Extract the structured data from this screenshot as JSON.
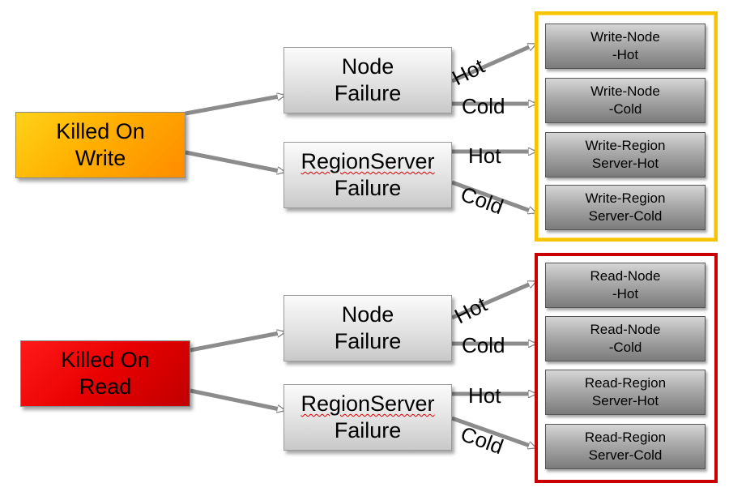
{
  "diagram": {
    "write": {
      "root": [
        "Killed On",
        "Write"
      ],
      "node_failure": [
        "Node",
        "Failure"
      ],
      "region_failure": [
        "RegionServer",
        "Failure"
      ],
      "leaves": [
        [
          "Write-Node",
          "-Hot"
        ],
        [
          "Write-Node",
          "-Cold"
        ],
        [
          "Write-Region",
          "Server-Hot"
        ],
        [
          "Write-Region",
          "Server-Cold"
        ]
      ],
      "edge_labels": [
        "Hot",
        "Cold",
        "Hot",
        "Cold"
      ]
    },
    "read": {
      "root": [
        "Killed On",
        "Read"
      ],
      "node_failure": [
        "Node",
        "Failure"
      ],
      "region_failure": [
        "RegionServer",
        "Failure"
      ],
      "leaves": [
        [
          "Read-Node",
          "-Hot"
        ],
        [
          "Read-Node",
          "-Cold"
        ],
        [
          "Read-Region",
          "Server-Hot"
        ],
        [
          "Read-Region",
          "Server-Cold"
        ]
      ],
      "edge_labels": [
        "Hot",
        "Cold",
        "Hot",
        "Cold"
      ]
    },
    "colors": {
      "write_frame": "#f7c400",
      "read_frame": "#c80000",
      "write_root": "#ffb000",
      "read_root": "#e80000",
      "arrow": "#8c8c8c"
    }
  }
}
